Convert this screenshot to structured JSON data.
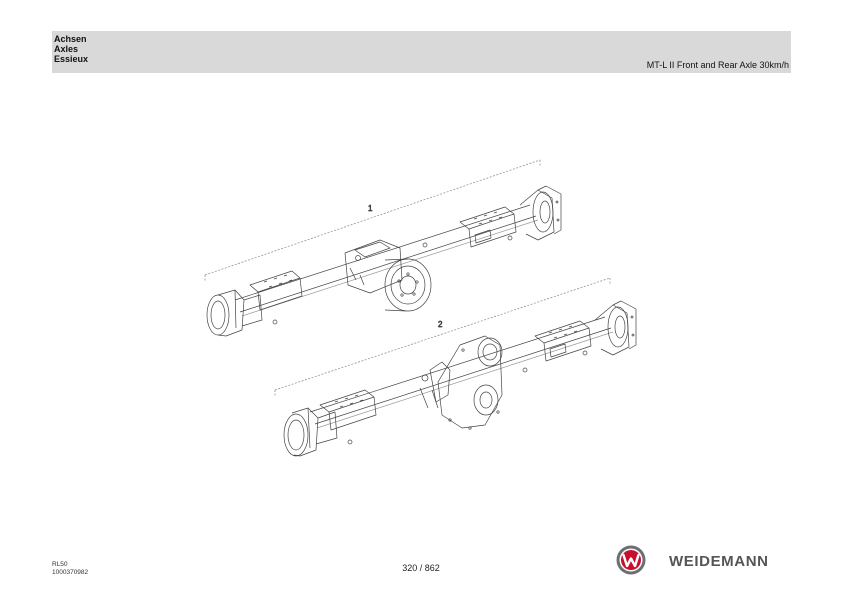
{
  "header": {
    "titles": [
      "Achsen",
      "Axles",
      "Essieux"
    ],
    "subtitle": "MT-L II Front and Rear Axle 30km/h"
  },
  "drawing": {
    "callouts": [
      "1",
      "2"
    ]
  },
  "footer": {
    "model": "RL50",
    "part_number": "1000370982",
    "page": "320 / 862",
    "brand": "WEIDEMANN"
  },
  "colors": {
    "header_bg": "#d9d9d9",
    "logo_red": "#c8102e",
    "logo_gray": "#6d6e71",
    "line_art": "#444444"
  }
}
